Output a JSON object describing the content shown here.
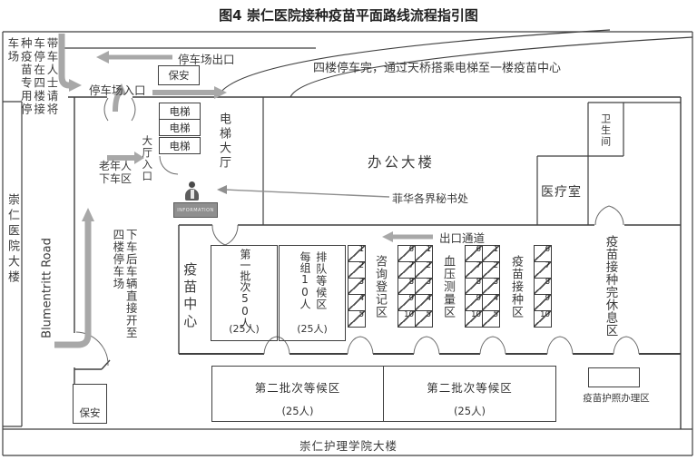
{
  "title": "图4 崇仁医院接种疫苗平面路线流程指引图",
  "top": {
    "drive_note": "带车人士请将车停在四楼接种疫苗专用停车场",
    "parking_exit": "停车场出口",
    "parking_entrance": "停车场入口",
    "security_top": "保安",
    "ramp_note": "四楼停车完，通过天桥搭乘电梯至一楼疫苗中心"
  },
  "left": {
    "hospital_building": "崇仁医院大楼",
    "road": "Blumentritt Road",
    "elderly_dropoff": "老年人下车区",
    "dropoff_drive_note": "下车后车辆直接开至四楼停车场",
    "security_bottom": "保安"
  },
  "lobby": {
    "elevators": [
      "电梯",
      "电梯",
      "电梯"
    ],
    "elevator_hall": "电梯大厅",
    "hall_entrance": "大厅入口",
    "info_desk": "INFORMATION",
    "secretariat": "菲华各界秘书处"
  },
  "office": {
    "office_building": "办公大楼",
    "medical_room": "医疗室",
    "restroom": "卫生间"
  },
  "center": {
    "name": "疫苗中心",
    "exit_corridor": "出口通道",
    "first_batch_label": "第一批次50人",
    "first_batch_cap": "(25人)",
    "queue_label": "排队等候区",
    "queue_note": "每组10人",
    "queue_cap": "(25人)",
    "stations": [
      {
        "label": "咨询登记区",
        "first": [
          "1",
          "2",
          "3",
          "4",
          "5"
        ],
        "second": [
          "6",
          "7",
          "8",
          "9",
          "10"
        ]
      },
      {
        "label": "血压测量区",
        "first": [
          "1",
          "2",
          "3",
          "4",
          "5"
        ],
        "second": [
          "6",
          "7",
          "8",
          "9",
          "10"
        ]
      },
      {
        "label": "疫苗接种区",
        "first": [
          "1",
          "2",
          "3",
          "4",
          "5"
        ],
        "second": [
          "6",
          "7",
          "8",
          "9",
          "10"
        ]
      }
    ],
    "rest_area": "疫苗接种完休息区",
    "passport_area": "疫苗护照办理区",
    "second_batch": [
      {
        "label": "第二批次等候区",
        "cap": "(25人)"
      },
      {
        "label": "第二批次等候区",
        "cap": "(25人)"
      }
    ]
  },
  "bottom": {
    "campus": "崇仁护理学院大楼"
  },
  "colors": {
    "wall": "#3f3f3f",
    "arrow": "#a8a8a8"
  }
}
